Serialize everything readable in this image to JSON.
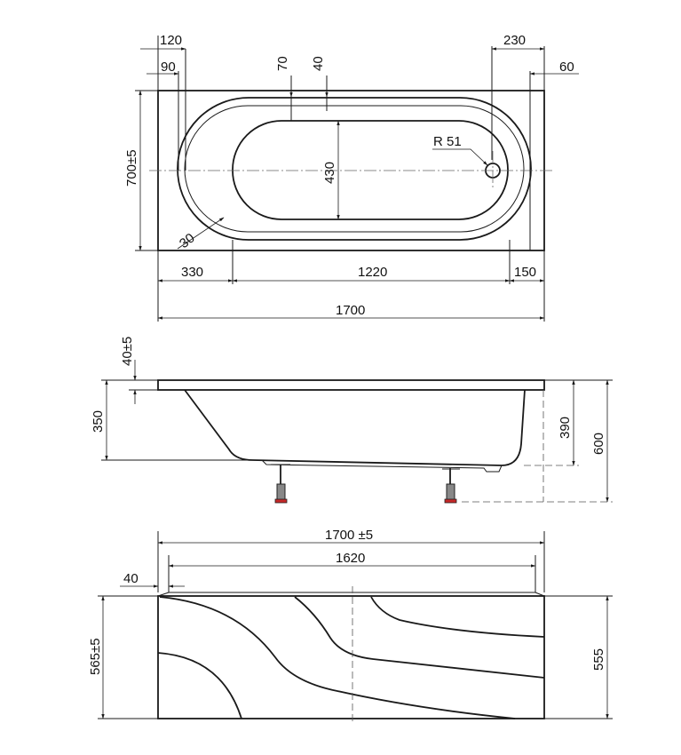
{
  "top_view": {
    "dim_120": "120",
    "dim_90": "90",
    "dim_70": "70",
    "dim_40": "40",
    "dim_230": "230",
    "dim_60": "60",
    "dim_width": "700±5",
    "dim_radius": "R 51",
    "dim_430": "430",
    "dim_30": "30",
    "dim_330": "330",
    "dim_1220": "1220",
    "dim_150": "150",
    "dim_length": "1700"
  },
  "side_view": {
    "dim_rim": "40±5",
    "dim_350": "350",
    "dim_390": "390",
    "dim_600": "600"
  },
  "front_view": {
    "dim_length": "1700 ±5",
    "dim_1620": "1620",
    "dim_40": "40",
    "dim_height": "565±5",
    "dim_555": "555"
  }
}
